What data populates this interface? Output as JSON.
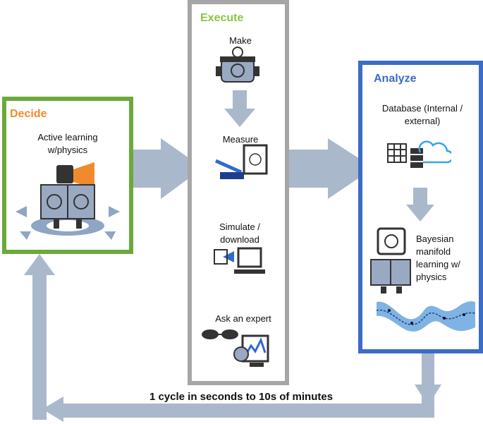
{
  "decide": {
    "title": "Decide",
    "label": "Active learning w/physics",
    "border_color": "#6aaa3a",
    "title_color": "#f08a2c"
  },
  "execute": {
    "title": "Execute",
    "border_color": "#a6a6a6",
    "title_color": "#8cc63f",
    "steps": [
      {
        "label": "Make"
      },
      {
        "label": "Measure"
      },
      {
        "label": "Simulate / download"
      },
      {
        "label": "Ask an expert"
      }
    ]
  },
  "analyze": {
    "title": "Analyze",
    "border_color": "#3b6cc6",
    "title_color": "#3b6cc6",
    "database_label": "Database (Internal / external)",
    "bayesian_label": "Bayesian manifold learning w/ physics"
  },
  "cycle_label": "1 cycle in seconds to 10s of minutes",
  "arrow_color": "#aab8cc"
}
